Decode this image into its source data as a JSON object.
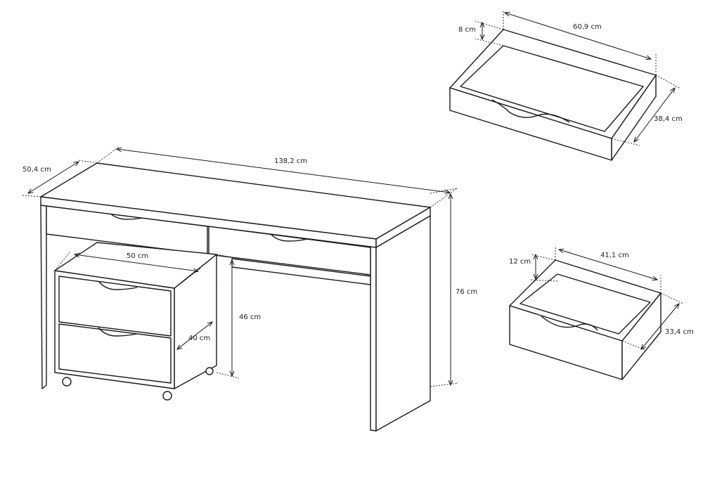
{
  "desk": {
    "depth_label": "50,4 cm",
    "width_label": "138,2 cm",
    "height_label": "76 cm"
  },
  "cabinet": {
    "width_label": "50 cm",
    "height_label": "46 cm",
    "depth_label": "40 cm"
  },
  "large_drawer": {
    "height_label": "8 cm",
    "width_label": "60,9 cm",
    "depth_label": "38,4 cm"
  },
  "small_drawer": {
    "height_label": "12 cm",
    "width_label": "41,1 cm",
    "depth_label": "33,4 cm"
  }
}
